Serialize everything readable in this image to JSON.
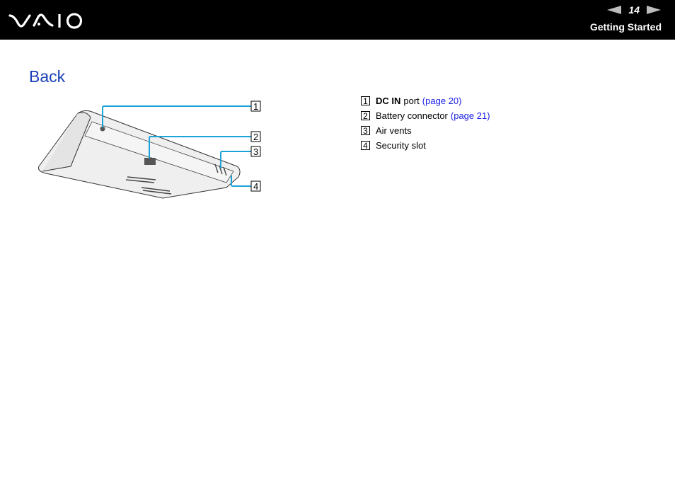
{
  "header": {
    "logo": "VAIO",
    "page_number": "14",
    "section": "Getting Started",
    "prev_icon": "prev-page-arrow-icon",
    "next_icon": "next-page-arrow-icon",
    "background": "#000000"
  },
  "page": {
    "title": "Back",
    "title_color": "#1b3fb8"
  },
  "figure": {
    "description": "Laptop back view illustration with callouts",
    "callout_line_color": "#1ca3d8",
    "markers": [
      "1",
      "2",
      "3",
      "4"
    ]
  },
  "callouts": [
    {
      "num": "1",
      "bold": "DC IN",
      "text": "port",
      "link": "(page 20)"
    },
    {
      "num": "2",
      "bold": "",
      "text": "Battery connector",
      "link": "(page 21)"
    },
    {
      "num": "3",
      "bold": "",
      "text": "Air vents",
      "link": ""
    },
    {
      "num": "4",
      "bold": "",
      "text": "Security slot",
      "link": ""
    }
  ],
  "link_color": "#1a1ee6"
}
